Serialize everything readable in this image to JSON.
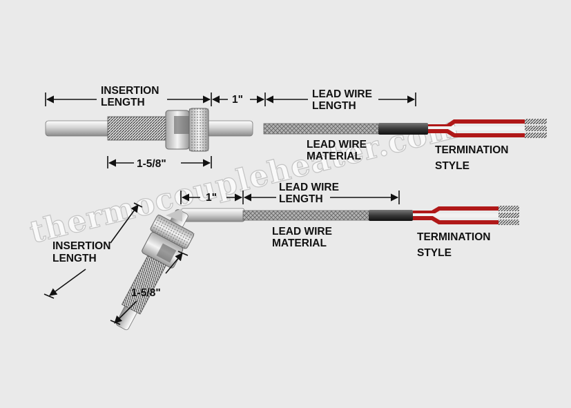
{
  "watermark": "thermocoupleheater.com",
  "top_assembly": {
    "insertion_length": [
      "INSERTION",
      "LENGTH"
    ],
    "one_inch": "1\"",
    "lead_wire_length": [
      "LEAD WIRE",
      "LENGTH"
    ],
    "lead_wire_material": [
      "LEAD WIRE",
      "MATERIAL"
    ],
    "termination_style": [
      "TERMINATION",
      "STYLE"
    ],
    "spring_length": "1-5/8\""
  },
  "bent_assembly": {
    "one_inch": "1\"",
    "lead_wire_length": [
      "LEAD WIRE",
      "LENGTH"
    ],
    "lead_wire_material": [
      "LEAD WIRE",
      "MATERIAL"
    ],
    "termination_style": [
      "TERMINATION",
      "STYLE"
    ],
    "insertion_length": [
      "INSERTION",
      "LENGTH"
    ],
    "spring_length": "1-5/8\""
  },
  "colors": {
    "background": "#eaeaea",
    "tube": "#c8c8c8",
    "braid": "#9a9a9a",
    "transition": "#3a3a3a",
    "lead_red": "#b01818",
    "lead_white": "#ffffff",
    "dimension_line": "#111111"
  }
}
